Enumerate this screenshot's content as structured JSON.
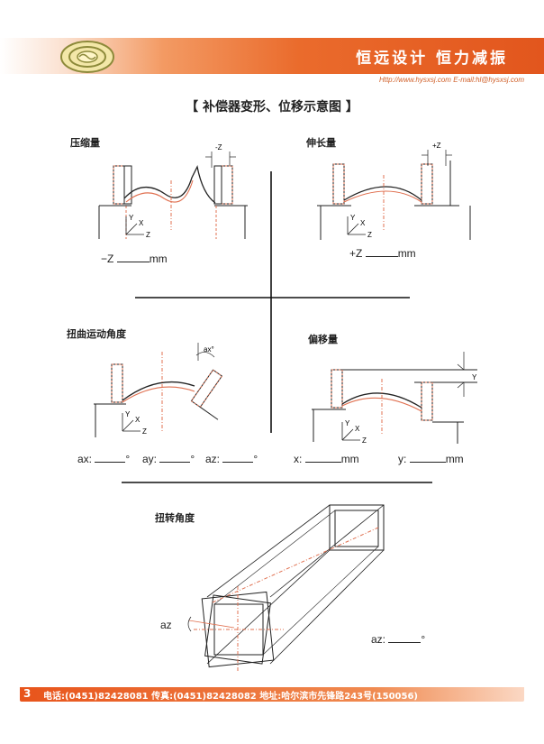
{
  "header": {
    "slogan": "恒远设计  恒力减振",
    "contact": "Http://www.hysxsj.com  E-mail:hl@hysxsj.com"
  },
  "title": "【 补偿器变形、位移示意图 】",
  "sections": {
    "compression": {
      "label": "压缩量",
      "dim": "-Z",
      "axis_y": "Y",
      "axis_x": "X",
      "axis_z": "Z",
      "field_prefix": "−Z",
      "field_unit": "mm"
    },
    "extension": {
      "label": "伸长量",
      "dim": "+Z",
      "axis_y": "Y",
      "axis_x": "X",
      "axis_z": "Z",
      "field_prefix": "+Z",
      "field_unit": "mm"
    },
    "angular": {
      "label": "扭曲运动角度",
      "dim": "ax°",
      "axis_y": "Y",
      "axis_x": "X",
      "axis_z": "Z",
      "fields": [
        {
          "prefix": "ax:",
          "unit": "°"
        },
        {
          "prefix": "ay:",
          "unit": "°"
        },
        {
          "prefix": "az:",
          "unit": "°"
        }
      ]
    },
    "offset": {
      "label": "偏移量",
      "dim": "Y",
      "axis_y": "Y",
      "axis_x": "X",
      "axis_z": "Z",
      "fields": [
        {
          "prefix": "x:",
          "unit": "mm"
        },
        {
          "prefix": "y:",
          "unit": "mm"
        }
      ]
    },
    "torsion": {
      "label": "扭转角度",
      "dim": "az",
      "field_prefix": "az:",
      "field_unit": "°"
    }
  },
  "footer": {
    "page": "3",
    "text": "电话:(0451)82428081  传真:(0451)82428082  地址:哈尔滨市先锋路243号(150056)"
  },
  "colors": {
    "accent": "#e2561d",
    "hatch": "#e07050"
  }
}
